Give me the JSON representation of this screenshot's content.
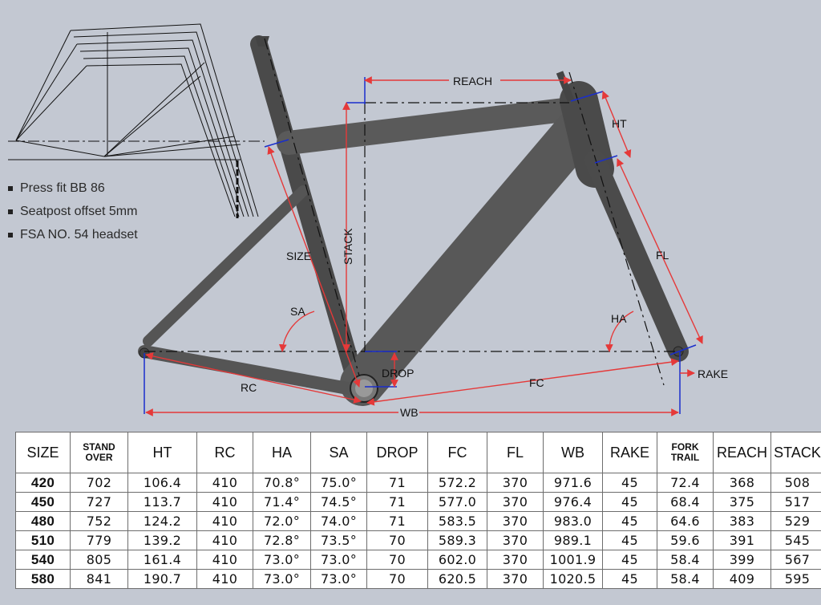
{
  "notes": [
    "Press fit BB 86",
    "Seatpost offset 5mm",
    "FSA NO. 54 headset"
  ],
  "dimension_labels": {
    "reach": "REACH",
    "ht": "HT",
    "stack": "STACK",
    "size": "SIZE",
    "fl": "FL",
    "sa": "SA",
    "ha": "HA",
    "drop": "DROP",
    "rc": "RC",
    "fc": "FC",
    "rake": "RAKE",
    "wb": "WB"
  },
  "colors": {
    "dimension_line": "#e53939",
    "reference_line": "#1a2ecc",
    "frame": "#555555",
    "background": "#c3c8d2"
  },
  "table": {
    "headers": [
      "SIZE",
      "STAND OVER",
      "HT",
      "RC",
      "HA",
      "SA",
      "DROP",
      "FC",
      "FL",
      "WB",
      "RAKE",
      "FORK TRAIL",
      "REACH",
      "STACK"
    ],
    "rows": [
      [
        "420",
        "702",
        "106.4",
        "410",
        "70.8°",
        "75.0°",
        "71",
        "572.2",
        "370",
        "971.6",
        "45",
        "72.4",
        "368",
        "508"
      ],
      [
        "450",
        "727",
        "113.7",
        "410",
        "71.4°",
        "74.5°",
        "71",
        "577.0",
        "370",
        "976.4",
        "45",
        "68.4",
        "375",
        "517"
      ],
      [
        "480",
        "752",
        "124.2",
        "410",
        "72.0°",
        "74.0°",
        "71",
        "583.5",
        "370",
        "983.0",
        "45",
        "64.6",
        "383",
        "529"
      ],
      [
        "510",
        "779",
        "139.2",
        "410",
        "72.8°",
        "73.5°",
        "70",
        "589.3",
        "370",
        "989.1",
        "45",
        "59.6",
        "391",
        "545"
      ],
      [
        "540",
        "805",
        "161.4",
        "410",
        "73.0°",
        "73.0°",
        "70",
        "602.0",
        "370",
        "1001.9",
        "45",
        "58.4",
        "399",
        "567"
      ],
      [
        "580",
        "841",
        "190.7",
        "410",
        "73.0°",
        "73.0°",
        "70",
        "620.5",
        "370",
        "1020.5",
        "45",
        "58.4",
        "409",
        "595"
      ]
    ]
  }
}
